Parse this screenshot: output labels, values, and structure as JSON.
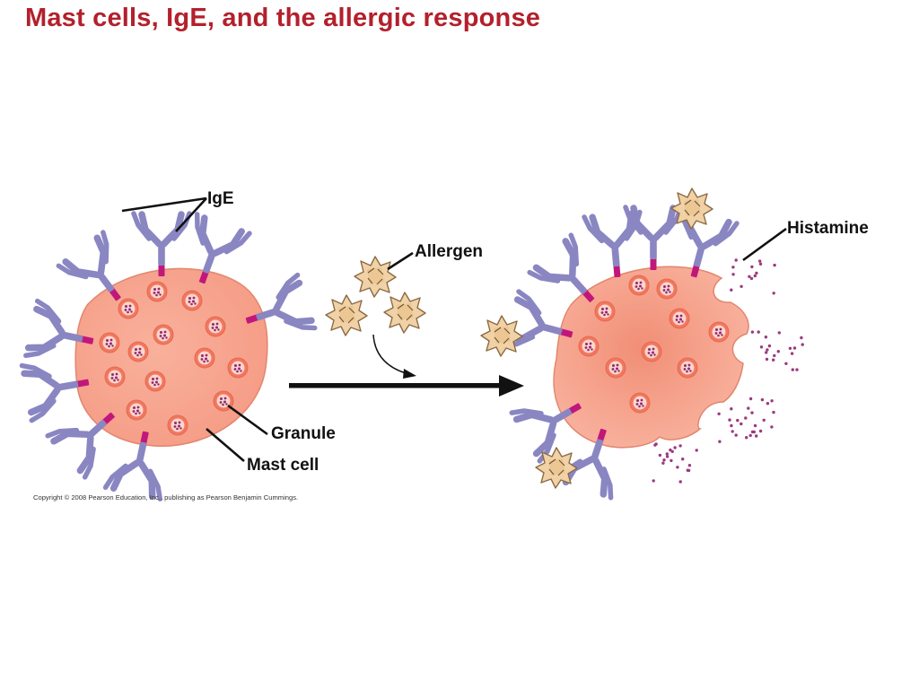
{
  "title": "Mast cells, IgE, and the allergic response",
  "labels": {
    "ige": "IgE",
    "allergen": "Allergen",
    "histamine": "Histamine",
    "granule": "Granule",
    "mast_cell": "Mast cell"
  },
  "copyright": "Copyright © 2008 Pearson Education, Inc., publishing as Pearson Benjamin Cummings.",
  "colors": {
    "title": "#b3202c",
    "cell_fill": "#f7a48e",
    "cell_edge": "#e2866e",
    "antibody": "#8a86c2",
    "receptor": "#c2177a",
    "granule_fill": "#f2775f",
    "granule_dots": "#8e2a76",
    "histamine": "#9b3a7e",
    "allergen": "#f0d2a6"
  }
}
